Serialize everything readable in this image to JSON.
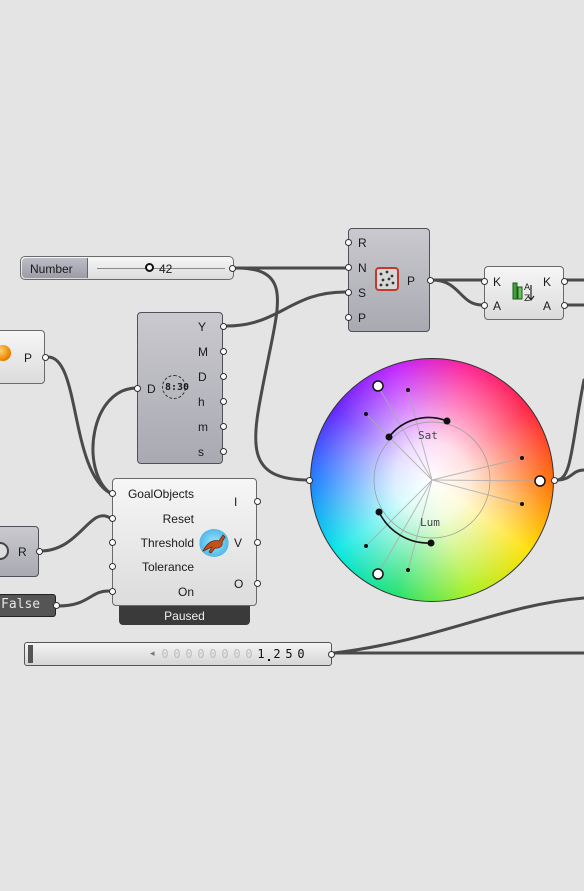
{
  "number_slider": {
    "name": "Number",
    "value": "42"
  },
  "random_component": {
    "inputs": [
      "R",
      "N",
      "S",
      "P"
    ],
    "outputs": [
      "P"
    ]
  },
  "sort_component": {
    "inputs": [
      "K",
      "A"
    ],
    "outputs": [
      "K",
      "A"
    ]
  },
  "time_component": {
    "inputs": [
      "D"
    ],
    "outputs": [
      "Y",
      "M",
      "D",
      "h",
      "m",
      "s"
    ],
    "icon_text": "8:30"
  },
  "point_component": {
    "outputs": [
      "P"
    ]
  },
  "solver_component": {
    "inputs": [
      "GoalObjects",
      "Reset",
      "Threshold",
      "Tolerance",
      "On"
    ],
    "outputs": [
      "I",
      "V",
      "O"
    ],
    "status": "Paused"
  },
  "r_component": {
    "outputs": [
      "R"
    ]
  },
  "boolean_toggle": {
    "value": "False"
  },
  "digit_scroller": {
    "digits": [
      "0",
      "0",
      "0",
      "0",
      "0",
      "0",
      "0",
      "0",
      "1",
      "2",
      "5",
      "0"
    ],
    "value": "1.250"
  },
  "color_wheel": {
    "sat_label": "Sat",
    "lum_label": "Lum"
  },
  "colors": {
    "canvas": "#e4e4e4",
    "component": "#b5b5bd",
    "status_bar": "#3a3a3a"
  }
}
